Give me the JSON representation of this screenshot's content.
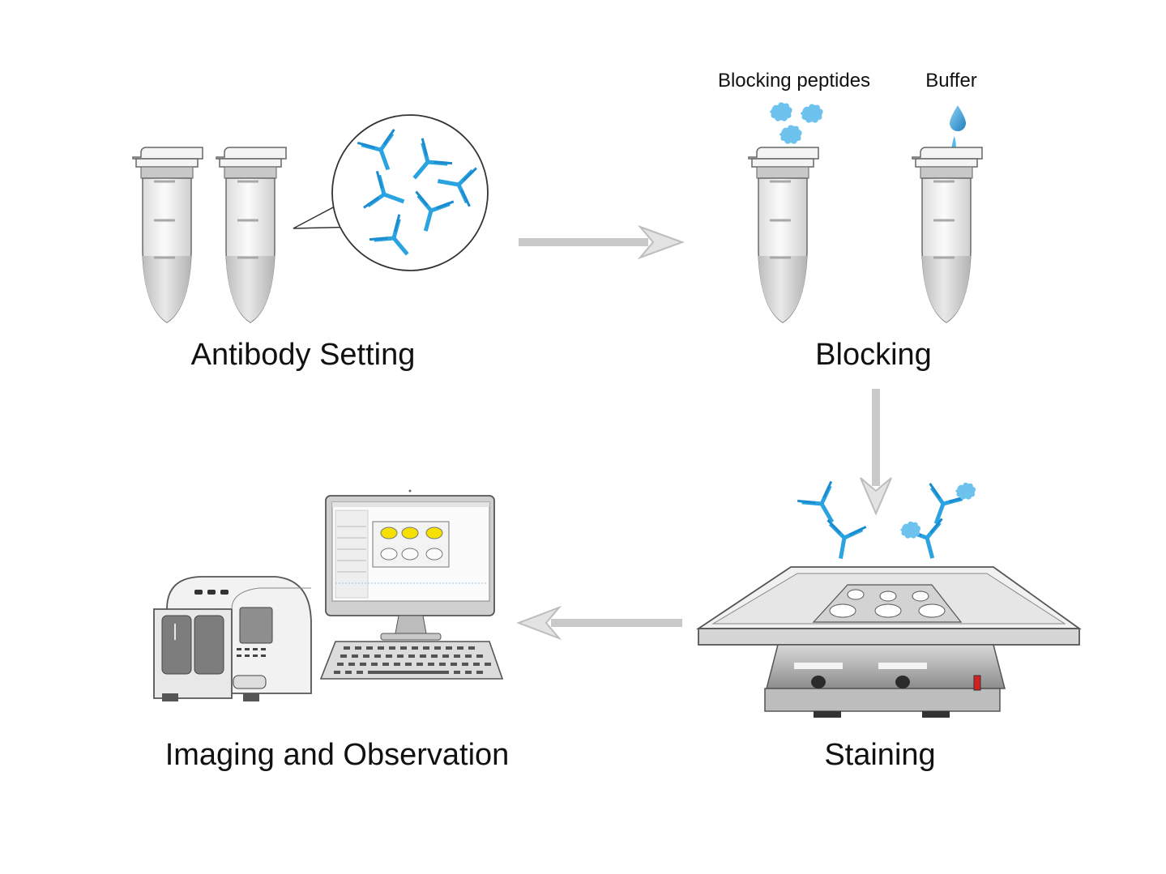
{
  "steps": {
    "antibody_setting": "Antibody Setting",
    "blocking": "Blocking",
    "staining": "Staining",
    "imaging": "Imaging and Observation"
  },
  "annotations": {
    "blocking_peptides": "Blocking peptides",
    "buffer": "Buffer"
  },
  "colors": {
    "antibody": "#2aa3e0",
    "peptide": "#6ec3ee",
    "screen_well_active": "#f5e000",
    "arrow": "#c9c9c9"
  },
  "icons": [
    "microcentrifuge-tube-icon",
    "antibody-icon",
    "droplet-icon",
    "shaker-platform-icon",
    "imaging-instrument-icon",
    "computer-monitor-icon",
    "keyboard-icon"
  ]
}
